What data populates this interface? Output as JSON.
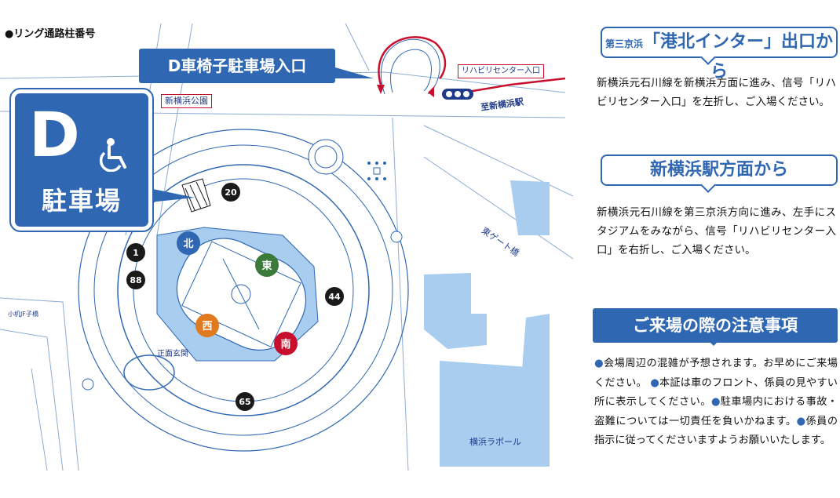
{
  "legend": "●リング通路柱番号",
  "callout": "D車椅子駐車場入口",
  "sign": {
    "letter": "D",
    "label": "駐車場"
  },
  "map_labels": {
    "park": "新横浜公園",
    "rehab": "リハビリセンター入口",
    "station": "至新横浜駅",
    "east_gate_bridge": "東ゲート橋",
    "main_entrance": "正面玄関",
    "small_kids": "小机JF子橋",
    "lapo": "横浜ラポール"
  },
  "pillars": [
    "20",
    "1",
    "88",
    "44",
    "65"
  ],
  "directions": {
    "north": "北",
    "east": "東",
    "west": "西",
    "south": "南"
  },
  "route1": {
    "title_prefix": "第三京浜",
    "title_main": "「港北インター」出口から",
    "text": "新横浜元石川線を新横浜方面に進み、信号「リハビリセンター入口」を左折し、ご入場ください。"
  },
  "route2": {
    "title": "新横浜駅方面から",
    "text": "新横浜元石川線を第三京浜方向に進み、左手にスタジアムをみながら、信号「リハビリセンター入口」を右折し、ご入場ください。"
  },
  "caution": {
    "title": "ご来場の際の注意事項",
    "items": [
      "会場周辺の混雑が予想されます。お早めにご来場ください。",
      "本証は車のフロント、係員の見やすい所に表示してください。",
      "駐車場内における事故・盗難については一切責任を負いかねます。",
      "係員の指示に従ってくださいますようお願いいたします。"
    ]
  },
  "colors": {
    "accent_blue": "#2f67b3",
    "light_blue": "#a9cdef",
    "red": "#c8102e",
    "pillar": "#1a1a1a",
    "north": "#2f67b3",
    "east": "#3b7a3a",
    "west": "#e07a1f",
    "south": "#c8102e"
  }
}
